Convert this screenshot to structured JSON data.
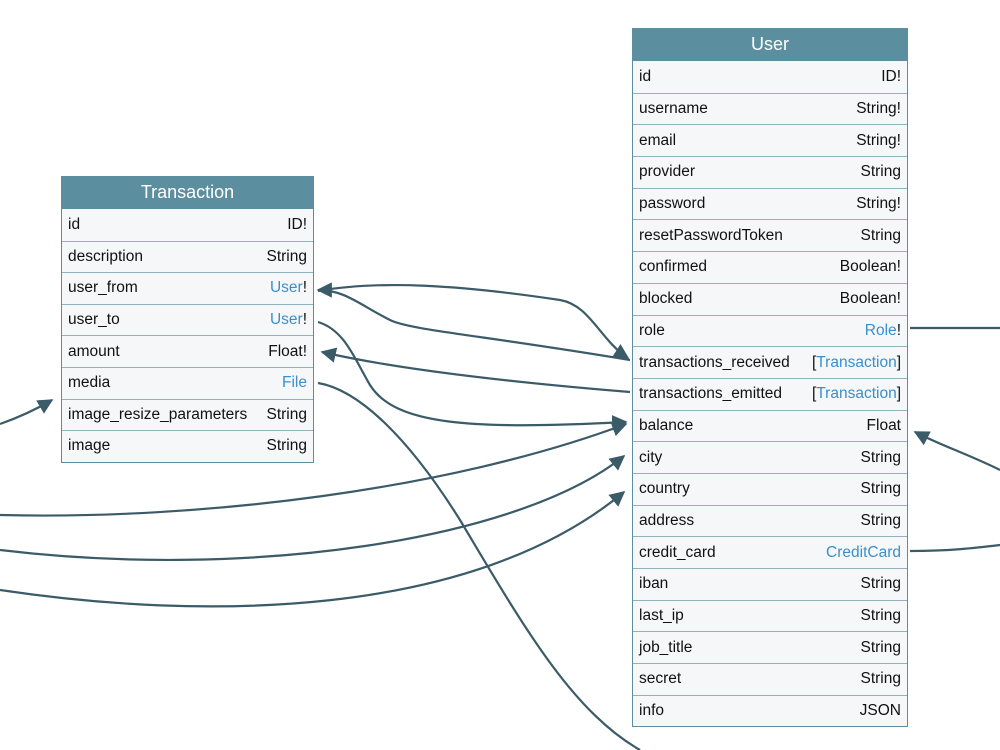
{
  "entities": {
    "transaction": {
      "title": "Transaction",
      "fields": [
        {
          "name": "id",
          "type_pre": "",
          "type_link": "",
          "type_post": "ID!"
        },
        {
          "name": "description",
          "type_pre": "",
          "type_link": "",
          "type_post": "String"
        },
        {
          "name": "user_from",
          "type_pre": "",
          "type_link": "User",
          "type_post": "!"
        },
        {
          "name": "user_to",
          "type_pre": "",
          "type_link": "User",
          "type_post": "!"
        },
        {
          "name": "amount",
          "type_pre": "",
          "type_link": "",
          "type_post": "Float!"
        },
        {
          "name": "media",
          "type_pre": "",
          "type_link": "File",
          "type_post": ""
        },
        {
          "name": "image_resize_parameters",
          "type_pre": "",
          "type_link": "",
          "type_post": "String"
        },
        {
          "name": "image",
          "type_pre": "",
          "type_link": "",
          "type_post": "String"
        }
      ]
    },
    "user": {
      "title": "User",
      "fields": [
        {
          "name": "id",
          "type_pre": "",
          "type_link": "",
          "type_post": "ID!"
        },
        {
          "name": "username",
          "type_pre": "",
          "type_link": "",
          "type_post": "String!"
        },
        {
          "name": "email",
          "type_pre": "",
          "type_link": "",
          "type_post": "String!"
        },
        {
          "name": "provider",
          "type_pre": "",
          "type_link": "",
          "type_post": "String"
        },
        {
          "name": "password",
          "type_pre": "",
          "type_link": "",
          "type_post": "String!"
        },
        {
          "name": "resetPasswordToken",
          "type_pre": "",
          "type_link": "",
          "type_post": "String"
        },
        {
          "name": "confirmed",
          "type_pre": "",
          "type_link": "",
          "type_post": "Boolean!"
        },
        {
          "name": "blocked",
          "type_pre": "",
          "type_link": "",
          "type_post": "Boolean!"
        },
        {
          "name": "role",
          "type_pre": "",
          "type_link": "Role",
          "type_post": "!"
        },
        {
          "name": "transactions_received",
          "type_pre": "[",
          "type_link": "Transaction",
          "type_post": "]"
        },
        {
          "name": "transactions_emitted",
          "type_pre": "[",
          "type_link": "Transaction",
          "type_post": "]"
        },
        {
          "name": "balance",
          "type_pre": "",
          "type_link": "",
          "type_post": "Float"
        },
        {
          "name": "city",
          "type_pre": "",
          "type_link": "",
          "type_post": "String"
        },
        {
          "name": "country",
          "type_pre": "",
          "type_link": "",
          "type_post": "String"
        },
        {
          "name": "address",
          "type_pre": "",
          "type_link": "",
          "type_post": "String"
        },
        {
          "name": "credit_card",
          "type_pre": "",
          "type_link": "CreditCard",
          "type_post": ""
        },
        {
          "name": "iban",
          "type_pre": "",
          "type_link": "",
          "type_post": "String"
        },
        {
          "name": "last_ip",
          "type_pre": "",
          "type_link": "",
          "type_post": "String"
        },
        {
          "name": "job_title",
          "type_pre": "",
          "type_link": "",
          "type_post": "String"
        },
        {
          "name": "secret",
          "type_pre": "",
          "type_link": "",
          "type_post": "String"
        },
        {
          "name": "info",
          "type_pre": "",
          "type_link": "",
          "type_post": "JSON"
        }
      ]
    }
  },
  "colors": {
    "header_bg": "#5b8fa0",
    "row_bg": "#f5f7f8",
    "row_border": "#8fb2bf",
    "type_link": "#3a8fcc",
    "edge": "#3b5b68"
  }
}
